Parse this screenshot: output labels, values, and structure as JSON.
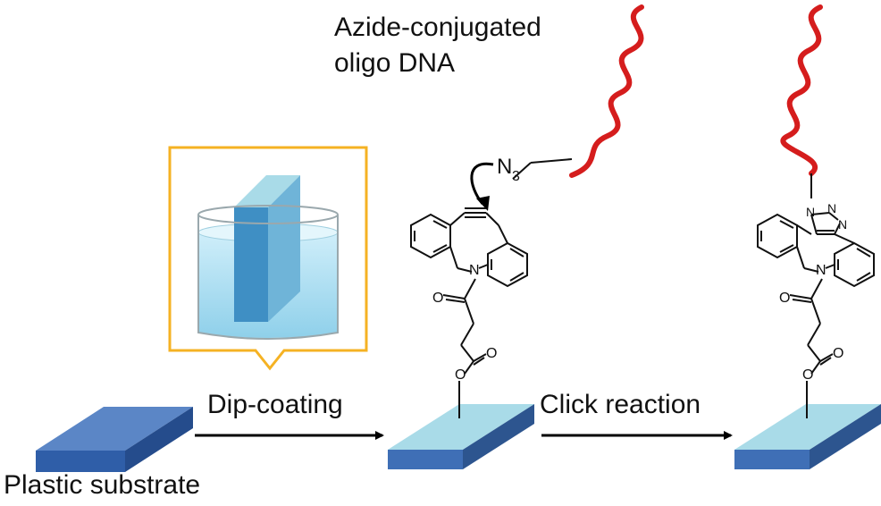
{
  "labels": {
    "dna_title_line1": "Azide-conjugated",
    "dna_title_line2": "oligo DNA",
    "step1": "Dip-coating",
    "step2": "Click reaction",
    "substrate": "Plastic substrate"
  },
  "atoms": {
    "azide_n": "N",
    "azide_sub": "3",
    "amide_n": "N",
    "triazole_n1": "N",
    "triazole_n2": "N",
    "triazole_n3": "N",
    "amide_n2": "N",
    "o_carbonyl": "O",
    "o_ester": "O",
    "o_ester_single": "O"
  },
  "colors": {
    "dna_red": "#d51d1d",
    "substrate_blue": "#3f6fb6",
    "coated_top": "#a9dbe8",
    "callout_orange": "#f5b223",
    "arrow": "#000000"
  }
}
